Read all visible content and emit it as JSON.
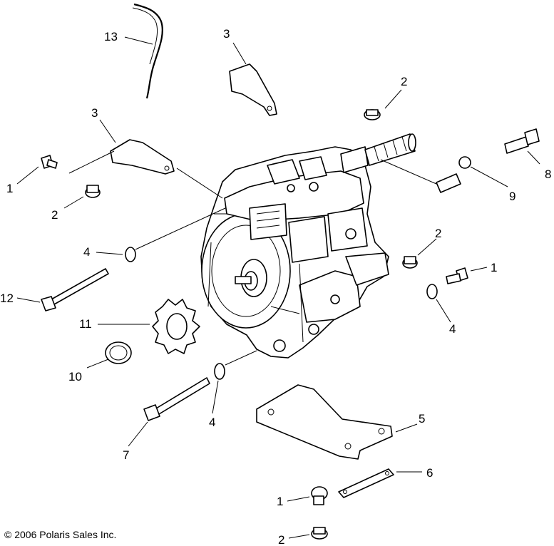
{
  "diagram": {
    "copyright": "© 2006 Polaris Sales Inc.",
    "callouts": [
      {
        "id": "c13",
        "label": "13"
      },
      {
        "id": "c3a",
        "label": "3"
      },
      {
        "id": "c3b",
        "label": "3"
      },
      {
        "id": "c2a",
        "label": "2"
      },
      {
        "id": "c8",
        "label": "8"
      },
      {
        "id": "c1a",
        "label": "1"
      },
      {
        "id": "c2b",
        "label": "2"
      },
      {
        "id": "c9",
        "label": "9"
      },
      {
        "id": "c2c",
        "label": "2"
      },
      {
        "id": "c4a",
        "label": "4"
      },
      {
        "id": "c1b",
        "label": "1"
      },
      {
        "id": "c12",
        "label": "12"
      },
      {
        "id": "c4b",
        "label": "4"
      },
      {
        "id": "c11",
        "label": "11"
      },
      {
        "id": "c10",
        "label": "10"
      },
      {
        "id": "c4c",
        "label": "4"
      },
      {
        "id": "c5",
        "label": "5"
      },
      {
        "id": "c7",
        "label": "7"
      },
      {
        "id": "c6",
        "label": "6"
      },
      {
        "id": "c1c",
        "label": "1"
      },
      {
        "id": "c2d",
        "label": "2"
      }
    ]
  }
}
